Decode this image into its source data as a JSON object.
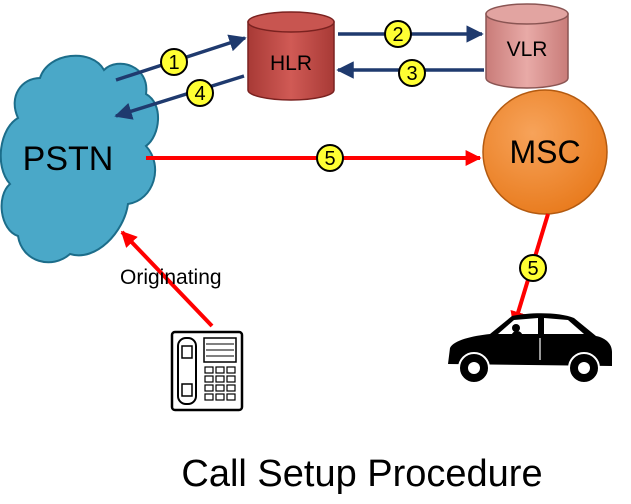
{
  "title": "Call Setup Procedure",
  "nodes": {
    "pstn": "PSTN",
    "hlr": "HLR",
    "vlr": "VLR",
    "msc": "MSC"
  },
  "labels": {
    "originating": "Originating"
  },
  "steps": [
    "1",
    "2",
    "3",
    "4",
    "5",
    "5"
  ],
  "colors": {
    "pstn_fill": "#4aa8c8",
    "hlr_fill": "#c0504d",
    "vlr_fill": "#d99694",
    "msc_fill": "#f28c30",
    "navy_arrow": "#1f3a6e",
    "red_arrow": "#ff0000",
    "badge_fill": "#ffff33"
  },
  "icons": [
    "telephone-icon",
    "car-icon"
  ]
}
